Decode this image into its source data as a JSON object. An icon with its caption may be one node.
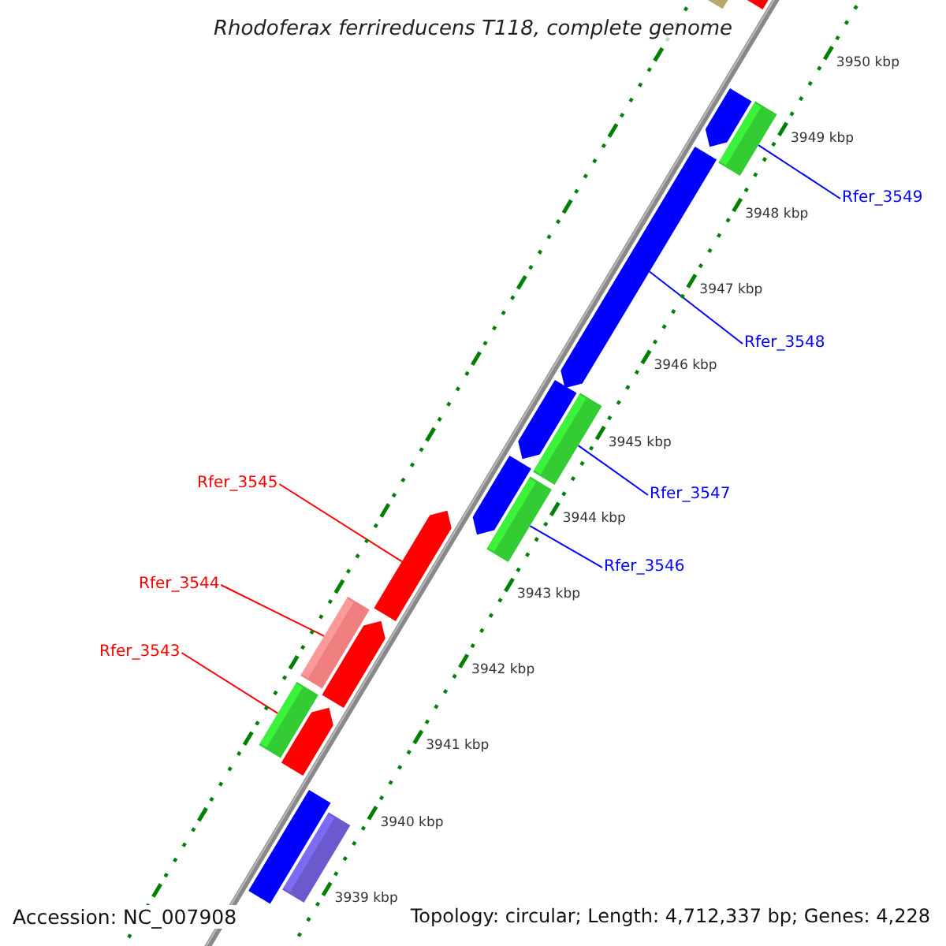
{
  "diagram": {
    "title": "Rhodoferax ferrireducens T118, complete genome",
    "nodes": [
      {
        "text": [
          "Rfer_3549"
        ]
      },
      {
        "text": [
          "Rfer_3548"
        ]
      },
      {
        "text": [
          "Rfer_3545"
        ]
      },
      {
        "text": [
          "Rfer_3547"
        ]
      },
      {
        "text": [
          "Rfer_3546"
        ]
      },
      {
        "text": [
          "Rfer_3544"
        ]
      },
      {
        "text": [
          "Rfer_3543"
        ]
      },
      {
        "text": [],
        "shape": "bar"
      },
      {
        "text": [],
        "shape": "bar"
      },
      {
        "text": [],
        "shape": "arrow"
      },
      {
        "text": [],
        "shape": "bar"
      },
      {
        "text": [],
        "shape": "arrow"
      },
      {
        "text": [],
        "shape": "arrow"
      },
      {
        "text": [],
        "shape": "bar"
      },
      {
        "text": [],
        "shape": "arrow"
      },
      {
        "text": [],
        "shape": "bar"
      },
      {
        "text": [],
        "shape": "arrow"
      },
      {
        "text": [],
        "shape": "bar"
      },
      {
        "text": [],
        "shape": "arrow"
      },
      {
        "text": [],
        "shape": "bar"
      },
      {
        "text": [],
        "shape": "arrow"
      },
      {
        "text": [],
        "shape": "bar"
      },
      {
        "text": [],
        "shape": "bar"
      }
    ],
    "edges": [
      {
        "from": 0,
        "to": 10,
        "arrow": "none"
      },
      {
        "from": 1,
        "to": 11,
        "arrow": "none"
      },
      {
        "from": 2,
        "to": 16,
        "arrow": "none",
        "color": "#ff0000"
      },
      {
        "from": 3,
        "to": 13,
        "arrow": "none"
      },
      {
        "from": 4,
        "to": 15,
        "arrow": "none"
      },
      {
        "from": 5,
        "to": 17,
        "arrow": "none",
        "color": "#ff0000"
      },
      {
        "from": 6,
        "to": 19,
        "arrow": "none",
        "color": "#ff0000"
      }
    ],
    "labels": [
      "3950 kbp",
      "3949 kbp",
      "3948 kbp",
      "3947 kbp",
      "3946 kbp",
      "3945 kbp",
      "3944 kbp",
      "3943 kbp",
      "3942 kbp",
      "3941 kbp",
      "3940 kbp",
      "3939 kbp",
      "Accession: NC_007908",
      "Topology: circular; Length: 4,712,337 bp; Genes: 4,228"
    ]
  }
}
